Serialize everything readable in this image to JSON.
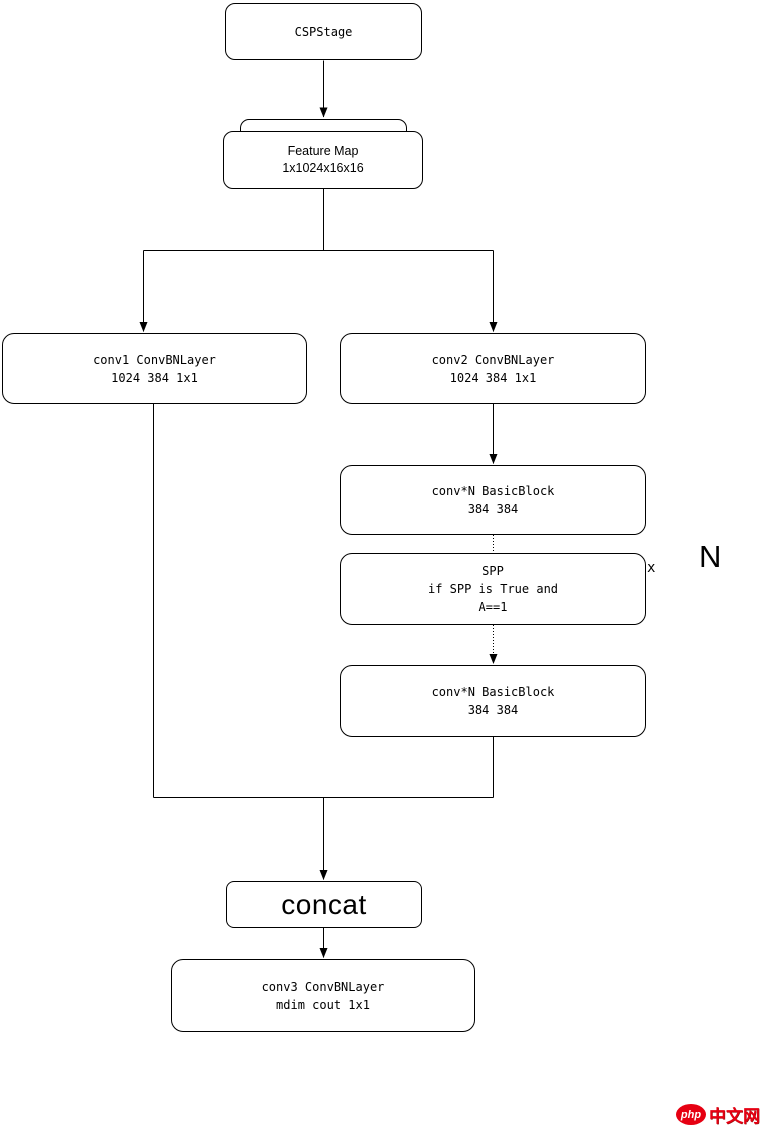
{
  "diagram": {
    "nodes": {
      "cspstage": {
        "label": "CSPStage"
      },
      "feature_map": {
        "line1": "Feature Map",
        "line2": "1x1024x16x16"
      },
      "conv1": {
        "line1": "conv1 ConvBNLayer",
        "line2": "1024 384 1x1"
      },
      "conv2": {
        "line1": "conv2 ConvBNLayer",
        "line2": "1024 384 1x1"
      },
      "basic_block_top": {
        "line1": "conv*N BasicBlock",
        "line2": "384 384"
      },
      "spp": {
        "line1": "SPP",
        "line2": "if SPP is True and",
        "line3": "A==1"
      },
      "basic_block_bottom": {
        "line1": "conv*N BasicBlock",
        "line2": "384 384"
      },
      "concat": {
        "label": "concat"
      },
      "conv3": {
        "line1": "conv3 ConvBNLayer",
        "line2": "mdim cout 1x1"
      }
    },
    "annotations": {
      "repeat_x": "x",
      "repeat_n": "N"
    },
    "colors": {
      "background": "#ffffff",
      "line": "#000000",
      "box_border": "#000000",
      "logo_red": "#e60012"
    }
  },
  "watermark": {
    "badge": "php",
    "site": "中文网"
  }
}
